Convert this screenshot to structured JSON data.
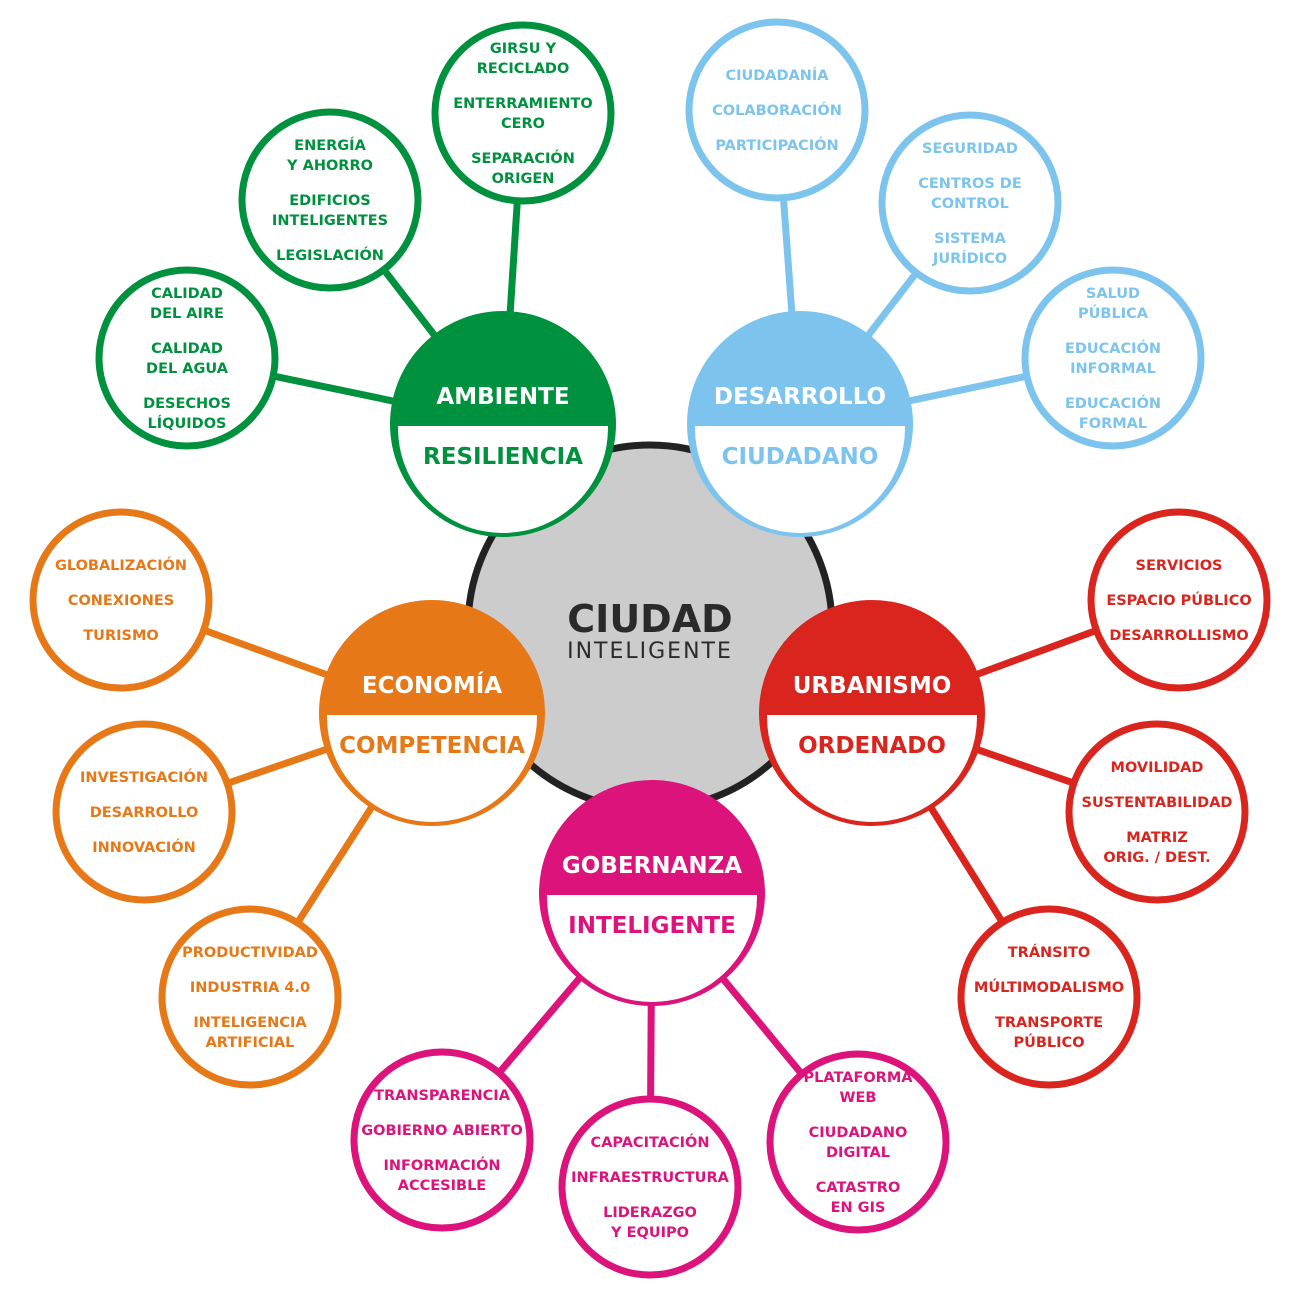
{
  "center": {
    "line1": "CIUDAD",
    "line2": "INTELIGENTE",
    "fill": "#cccccc",
    "stroke": "#222222",
    "text_color": "#2a2a2a"
  },
  "hubs": [
    {
      "id": "ambiente",
      "title": "AMBIENTE",
      "subtitle": "RESILIENCIA",
      "color": "#00913f",
      "leaves": [
        {
          "items": [
            [
              "GIRSU Y",
              "RECICLADO"
            ],
            [
              "ENTERRAMIENTO",
              "CERO"
            ],
            [
              "SEPARACIÓN",
              "ORIGEN"
            ]
          ]
        },
        {
          "items": [
            [
              "ENERGÍA",
              "Y AHORRO"
            ],
            [
              "EDIFICIOS",
              "INTELIGENTES"
            ],
            [
              "LEGISLACIÓN"
            ]
          ]
        },
        {
          "items": [
            [
              "CALIDAD",
              "DEL AIRE"
            ],
            [
              "CALIDAD",
              "DEL AGUA"
            ],
            [
              "DESECHOS",
              "LÍQUIDOS"
            ]
          ]
        }
      ]
    },
    {
      "id": "desarrollo",
      "title": "DESARROLLO",
      "subtitle": "CIUDADANO",
      "color": "#7cc4ee",
      "leaves": [
        {
          "items": [
            [
              "CIUDADANÍA"
            ],
            [
              "COLABORACIÓN"
            ],
            [
              "PARTICIPACIÓN"
            ]
          ]
        },
        {
          "items": [
            [
              "SEGURIDAD"
            ],
            [
              "CENTROS DE",
              "CONTROL"
            ],
            [
              "SISTEMA",
              "JURÍDICO"
            ]
          ]
        },
        {
          "items": [
            [
              "SALUD",
              "PÚBLICA"
            ],
            [
              "EDUCACIÓN",
              "INFORMAL"
            ],
            [
              "EDUCACIÓN",
              "FORMAL"
            ]
          ]
        }
      ]
    },
    {
      "id": "economia",
      "title": "ECONOMÍA",
      "subtitle": "COMPETENCIA",
      "color": "#e67817",
      "leaves": [
        {
          "items": [
            [
              "GLOBALIZACIÓN"
            ],
            [
              "CONEXIONES"
            ],
            [
              "TURISMO"
            ]
          ]
        },
        {
          "items": [
            [
              "INVESTIGACIÓN"
            ],
            [
              "DESARROLLO"
            ],
            [
              "INNOVACIÓN"
            ]
          ]
        },
        {
          "items": [
            [
              "PRODUCTIVIDAD"
            ],
            [
              "INDUSTRIA 4.0"
            ],
            [
              "INTELIGENCIA",
              "ARTIFICIAL"
            ]
          ]
        }
      ]
    },
    {
      "id": "urbanismo",
      "title": "URBANISMO",
      "subtitle": "ORDENADO",
      "color": "#d9251d",
      "leaves": [
        {
          "items": [
            [
              "SERVICIOS"
            ],
            [
              "ESPACIO PÚBLICO"
            ],
            [
              "DESARROLLISMO"
            ]
          ]
        },
        {
          "items": [
            [
              "MOVILIDAD"
            ],
            [
              "SUSTENTABILIDAD"
            ],
            [
              "MATRIZ",
              "ORIG. / DEST."
            ]
          ]
        },
        {
          "items": [
            [
              "TRÁNSITO"
            ],
            [
              "MÚLTIMODALISMO"
            ],
            [
              "TRANSPORTE",
              "PÚBLICO"
            ]
          ]
        }
      ]
    },
    {
      "id": "gobernanza",
      "title": "GOBERNANZA",
      "subtitle": "INTELIGENTE",
      "color": "#dc137b",
      "leaves": [
        {
          "items": [
            [
              "TRANSPARENCIA"
            ],
            [
              "GOBIERNO ABIERTO"
            ],
            [
              "INFORMACIÓN",
              "ACCESIBLE"
            ]
          ]
        },
        {
          "items": [
            [
              "CAPACITACIÓN"
            ],
            [
              "INFRAESTRUCTURA"
            ],
            [
              "LIDERAZGO",
              "Y EQUIPO"
            ]
          ]
        },
        {
          "items": [
            [
              "PLATAFORMA",
              "WEB"
            ],
            [
              "CIUDADANO",
              "DIGITAL"
            ],
            [
              "CATASTRO",
              "EN GIS"
            ]
          ]
        }
      ]
    }
  ]
}
